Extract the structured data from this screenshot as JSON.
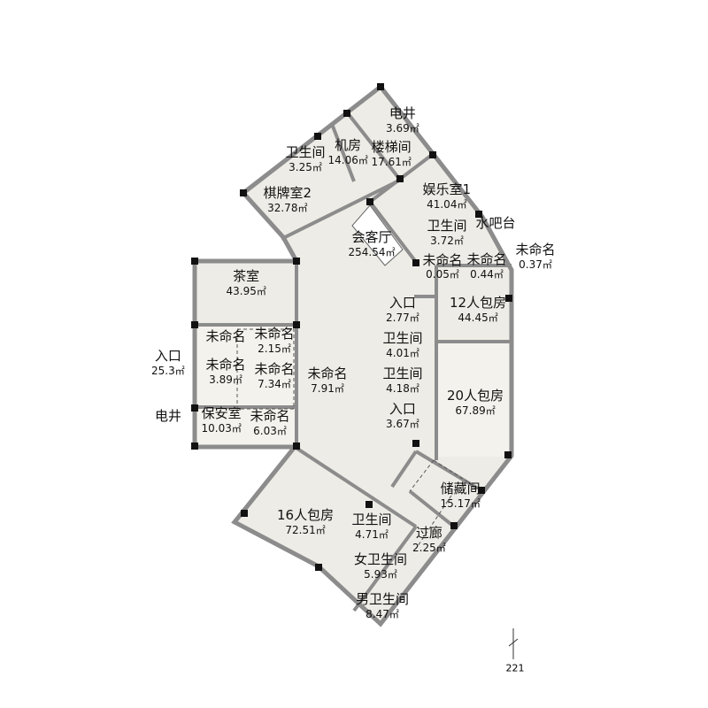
{
  "plan": {
    "rooms": [
      {
        "name": "电井",
        "area": "3.69"
      },
      {
        "name": "楼梯间",
        "area": "17.61"
      },
      {
        "name": "卫生间",
        "area": "3.25"
      },
      {
        "name": "机房",
        "area": "14.06"
      },
      {
        "name": "棋牌室2",
        "area": "32.78"
      },
      {
        "name": "娱乐室1",
        "area": "41.04"
      },
      {
        "name": "水吧台",
        "area": ""
      },
      {
        "name": "卫生间",
        "area": "3.72"
      },
      {
        "name": "会客厅",
        "area": "254.54"
      },
      {
        "name": "未命名",
        "area": "0.05"
      },
      {
        "name": "未命名",
        "area": "0.44"
      },
      {
        "name": "未命名",
        "area": "0.37"
      },
      {
        "name": "茶室",
        "area": "43.95"
      },
      {
        "name": "入口",
        "area": "2.77"
      },
      {
        "name": "12人包房",
        "area": "44.45"
      },
      {
        "name": "卫生间",
        "area": "4.01"
      },
      {
        "name": "卫生间",
        "area": "4.18"
      },
      {
        "name": "入口",
        "area": "3.67"
      },
      {
        "name": "20人包房",
        "area": "67.89"
      },
      {
        "name": "未命名",
        "area": ""
      },
      {
        "name": "未命名",
        "area": "2.15"
      },
      {
        "name": "入口",
        "area": "25.3"
      },
      {
        "name": "未命名",
        "area": "3.89"
      },
      {
        "name": "未命名",
        "area": "7.34"
      },
      {
        "name": "未命名",
        "area": "7.91"
      },
      {
        "name": "保安室",
        "area": "10.03"
      },
      {
        "name": "电井",
        "area": ""
      },
      {
        "name": "未命名",
        "area": "6.03"
      },
      {
        "name": "储藏间",
        "area": "15.17"
      },
      {
        "name": "16人包房",
        "area": "72.51"
      },
      {
        "name": "卫生间",
        "area": "4.71"
      },
      {
        "name": "过廊",
        "area": "2.25"
      },
      {
        "name": "女卫生间",
        "area": "5.93"
      },
      {
        "name": "男卫生间",
        "area": "8.47"
      }
    ],
    "scale_label": "221",
    "colors": {
      "wall": "#8c8c8c",
      "floor": "#eeece6",
      "column": "#111111"
    }
  }
}
